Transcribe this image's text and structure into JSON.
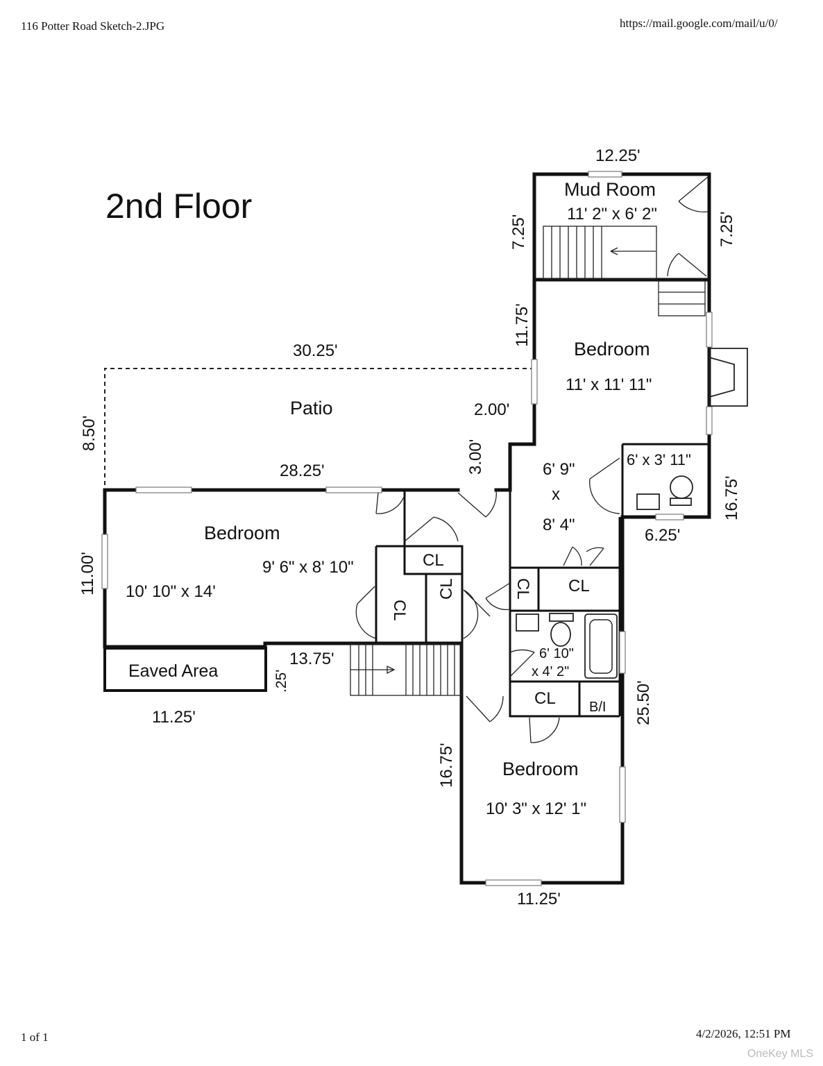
{
  "header": {
    "filename": "116 Potter Road Sketch-2.JPG",
    "url": "https://mail.google.com/mail/u/0/"
  },
  "footer": {
    "page": "1 of 1",
    "timestamp": "4/2/2026, 12:51 PM"
  },
  "watermark": "OneKey MLS",
  "plan": {
    "title": "2nd Floor",
    "rooms": {
      "mud_room": {
        "name": "Mud Room",
        "size": "11' 2\" x 6' 2\""
      },
      "bedroom_ne": {
        "name": "Bedroom",
        "size": "11' x 11' 11\""
      },
      "patio": {
        "name": "Patio"
      },
      "bedroom_w": {
        "name": "Bedroom",
        "size": "10' 10\" x 14'"
      },
      "bedroom_w_sub": {
        "size": "9' 6\" x 8' 10\""
      },
      "hall": {
        "w": "6' 9\"",
        "x": "x",
        "h": "8' 4\""
      },
      "half_bath": {
        "size": "6' x 3' 11\""
      },
      "bath": {
        "w": "6' 10\"",
        "h": "x 4' 2\""
      },
      "bedroom_s": {
        "name": "Bedroom",
        "size": "10' 3\" x 12' 1\""
      },
      "eaved": {
        "name": "Eaved Area"
      },
      "closet_label": "CL",
      "built_in": "B/I"
    },
    "dimensions": {
      "mud_top": "12.25'",
      "mud_left": "7.25'",
      "mud_right": "7.25'",
      "bed_ne_left": "11.75'",
      "patio_top": "30.25'",
      "patio_left": "8.50'",
      "step_2": "2.00'",
      "step_3": "3.00'",
      "patio_bottom": "28.25'",
      "right_1675": "16.75'",
      "bath_625": "6.25'",
      "bed_w_left": "11.00'",
      "stair_1375": "13.75'",
      "eave_025": ".25'",
      "eave_bottom": "11.25'",
      "right_2550": "25.50'",
      "left_1675": "16.75'",
      "bed_s_bottom": "11.25'"
    }
  }
}
